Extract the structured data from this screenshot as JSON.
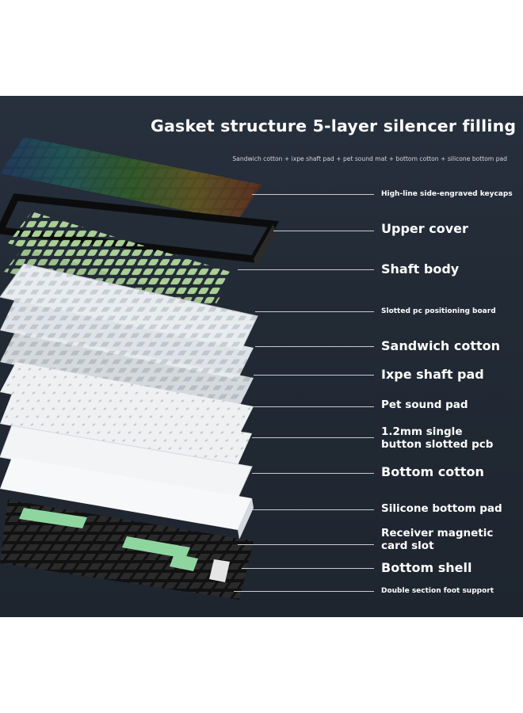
{
  "image": {
    "title": "Gasket structure 5-layer silencer filling",
    "subtitle": "Sandwich cotton + ixpe shaft pad + pet sound mat + bottom cotton + silicone bottom pad",
    "background_color": "#222a35",
    "layers": [
      {
        "label": "High-line side-engraved keycaps"
      },
      {
        "label": "Upper cover"
      },
      {
        "label": "Shaft body"
      },
      {
        "label": "Slotted pc positioning board"
      },
      {
        "label": "Sandwich cotton"
      },
      {
        "label": "Ixpe shaft pad"
      },
      {
        "label": "Pet sound pad"
      },
      {
        "label": "1.2mm single",
        "label2": "button slotted pcb"
      },
      {
        "label": "Bottom cotton"
      },
      {
        "label": "Silicone bottom pad"
      },
      {
        "label": "Receiver magnetic",
        "label2": "card slot"
      },
      {
        "label": "Bottom shell"
      },
      {
        "label": "Double section foot support"
      }
    ]
  }
}
